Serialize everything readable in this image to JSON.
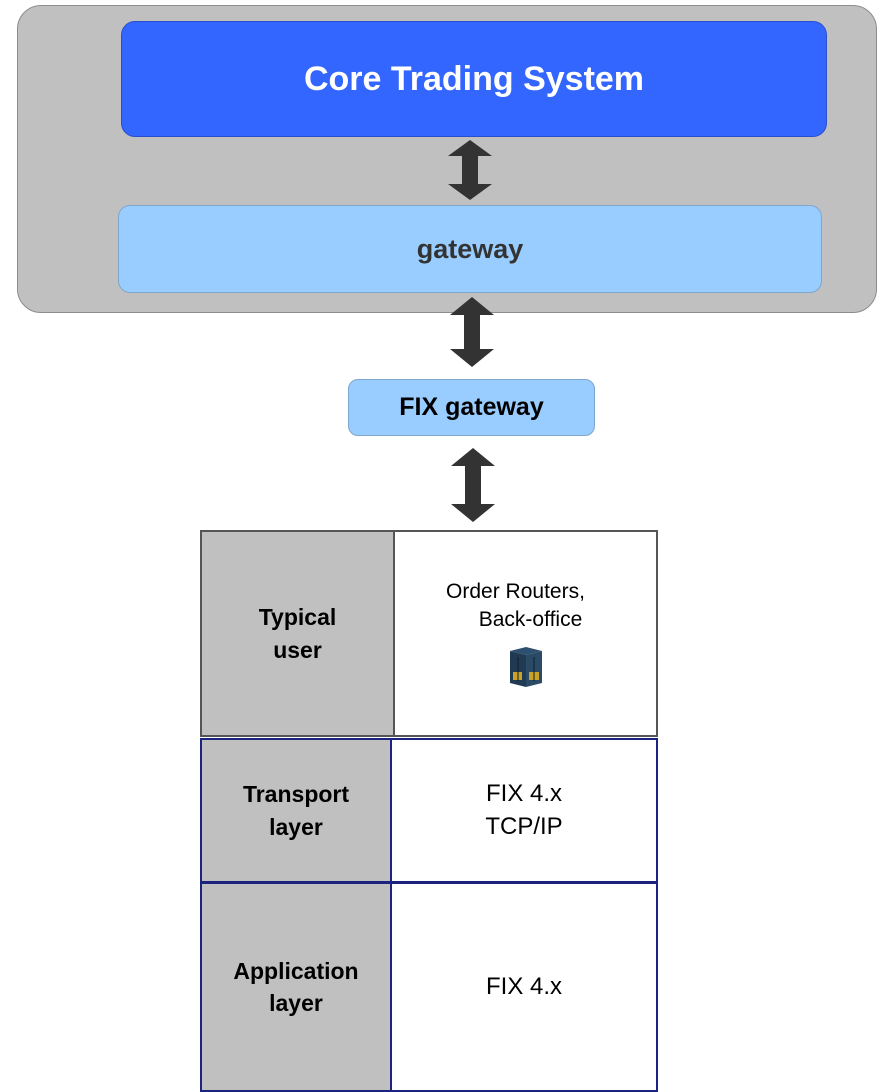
{
  "diagram": {
    "core_trading_system": "Core Trading System",
    "gateway": "gateway",
    "fix_gateway": "FIX gateway"
  },
  "table": {
    "rows": [
      {
        "label": "Typical\nuser",
        "value_line1": "Order Routers,",
        "value_line2": "Back-office",
        "icon": "server-cube-icon"
      },
      {
        "label": "Transport\nlayer",
        "value": "FIX 4.x\nTCP/IP"
      },
      {
        "label": "Application\nlayer",
        "value": "FIX 4.x"
      }
    ]
  },
  "colors": {
    "core_box": "#3366ff",
    "gateway_box": "#99ccff",
    "container": "#c0c0c0",
    "arrow": "#333333",
    "table_border": "#1a237e"
  }
}
